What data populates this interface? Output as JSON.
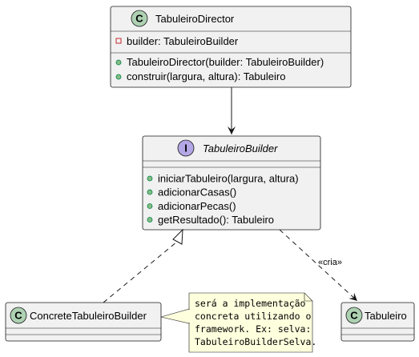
{
  "colors": {
    "class_fill": "#F1F1F1",
    "class_border": "#181818",
    "class_badge": "#ADD1B2",
    "interface_badge": "#B4A7E5",
    "note_fill": "#FEFFDD",
    "private_marker": "#C82930",
    "public_marker": "#84BE84"
  },
  "classes": {
    "director": {
      "badge": "C",
      "name": "TabuleiroDirector",
      "fields": [
        {
          "visibility": "private",
          "text": "builder: TabuleiroBuilder"
        }
      ],
      "methods": [
        {
          "visibility": "public",
          "text": "TabuleiroDirector(builder: TabuleiroBuilder)"
        },
        {
          "visibility": "public",
          "text": "construir(largura, altura): Tabuleiro"
        }
      ]
    },
    "builder": {
      "badge": "I",
      "name": "TabuleiroBuilder",
      "methods": [
        {
          "visibility": "public",
          "text": "iniciarTabuleiro(largura, altura)"
        },
        {
          "visibility": "public",
          "text": "adicionarCasas()"
        },
        {
          "visibility": "public",
          "text": "adicionarPecas()"
        },
        {
          "visibility": "public",
          "text": "getResultado(): Tabuleiro"
        }
      ]
    },
    "concrete": {
      "badge": "C",
      "name": "ConcreteTabuleiroBuilder"
    },
    "tabuleiro": {
      "badge": "C",
      "name": "Tabuleiro"
    }
  },
  "relations": {
    "creates_label": "«cria»"
  },
  "note": {
    "lines": [
      "será a implementação",
      "concreta utilizando o",
      "framework. Ex: selva:",
      "TabuleiroBuilderSelva."
    ]
  }
}
